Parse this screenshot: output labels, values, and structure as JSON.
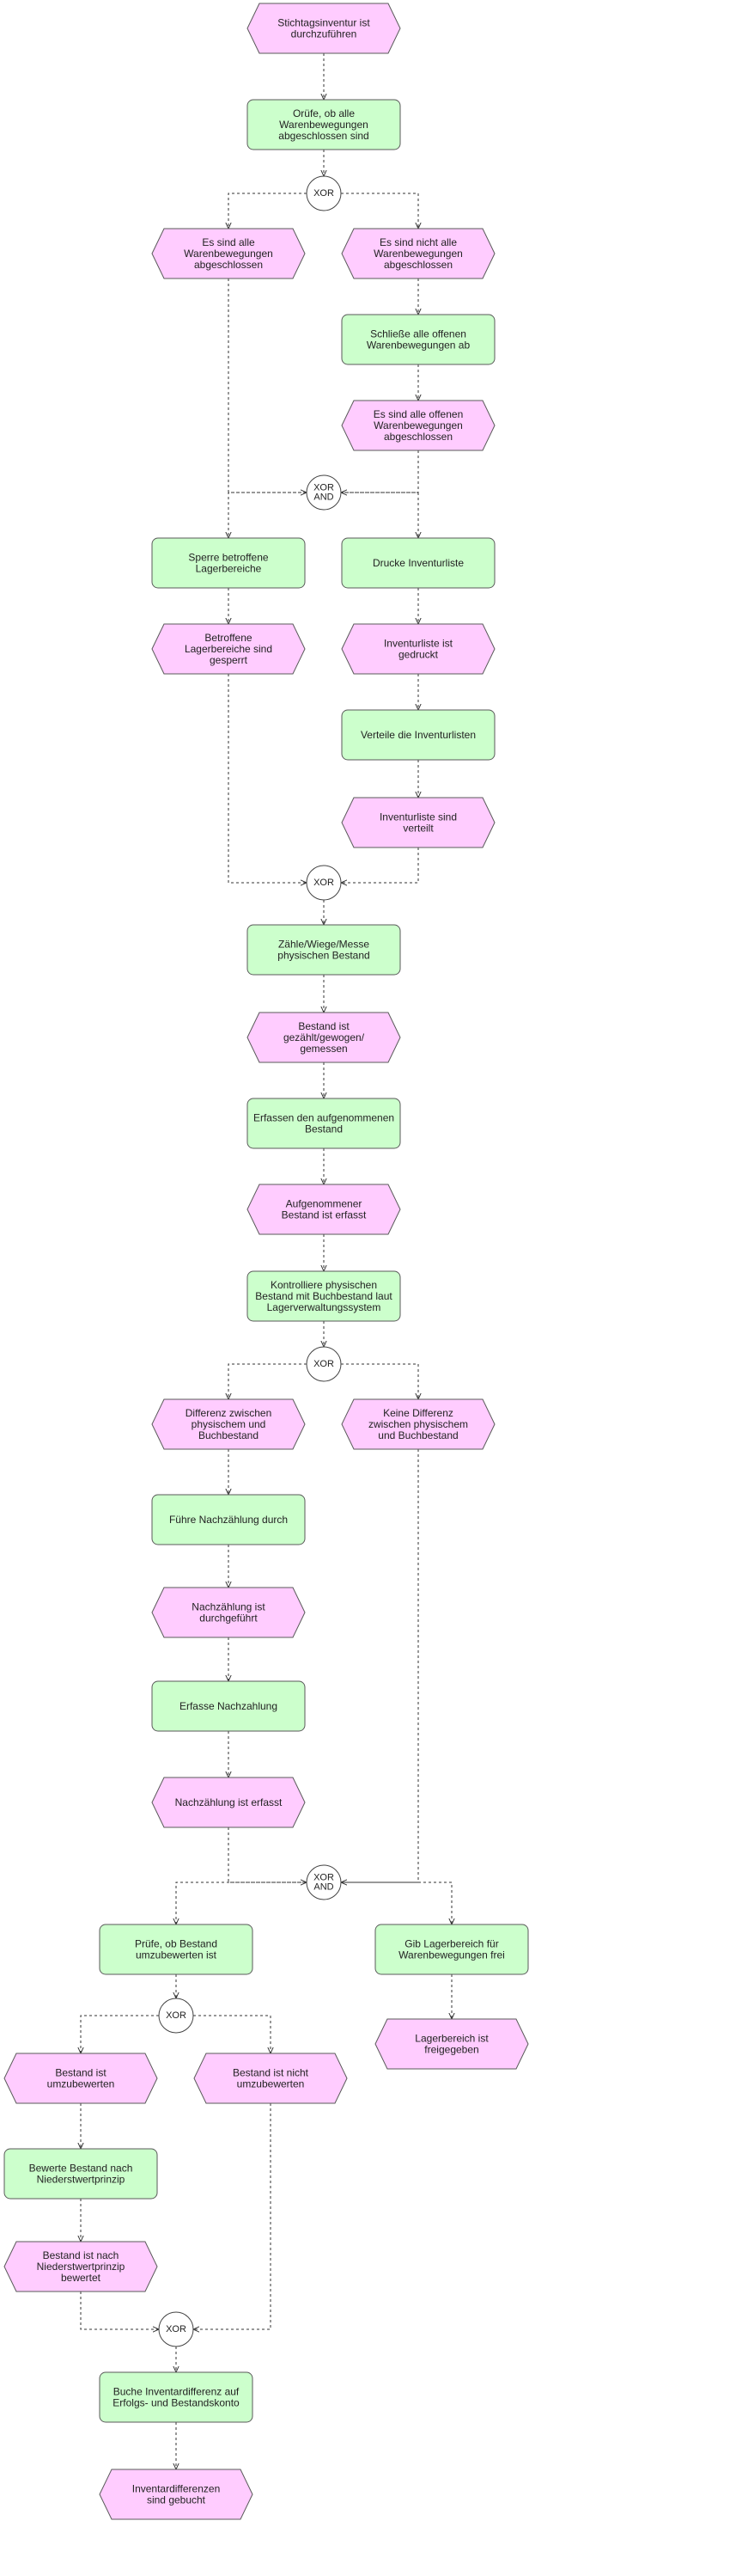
{
  "colors": {
    "event_fill": "#ffccff",
    "function_fill": "#ccffcc",
    "connector_fill": "#ffffff",
    "stroke": "#5a5a5a"
  },
  "events": {
    "e01": [
      "Stichtagsinventur ist",
      "durchzuführen"
    ],
    "e02": [
      "Es sind alle",
      "Warenbewegungen",
      "abgeschlossen"
    ],
    "e03": [
      "Es sind nicht alle",
      "Warenbewegungen",
      "abgeschlossen"
    ],
    "e04": [
      "Es sind alle offenen",
      "Warenbewegungen",
      "abgeschlossen"
    ],
    "e05": [
      "Betroffene",
      "Lagerbereiche sind",
      "gesperrt"
    ],
    "e06": [
      "Inventurliste ist",
      "gedruckt"
    ],
    "e07": [
      "Inventurliste sind",
      "verteilt"
    ],
    "e08": [
      "Bestand ist",
      "gezählt/gewogen/",
      "gemessen"
    ],
    "e09": [
      "Aufgenommener",
      "Bestand ist erfasst"
    ],
    "e10": [
      "Differenz zwischen",
      "physischem und",
      "Buchbestand"
    ],
    "e11": [
      "Keine Differenz",
      "zwischen physischem",
      "und Buchbestand"
    ],
    "e12": [
      "Nachzählung ist",
      "durchgeführt"
    ],
    "e13": [
      "Nachzählung ist erfasst"
    ],
    "e14": [
      "Lagerbereich ist",
      "freigegeben"
    ],
    "e15": [
      "Bestand ist",
      "umzubewerten"
    ],
    "e16": [
      "Bestand ist nicht",
      "umzubewerten"
    ],
    "e17": [
      "Bestand ist nach",
      "Niederstwertprinzip",
      "bewertet"
    ],
    "e18": [
      "Inventardifferenzen",
      "sind gebucht"
    ]
  },
  "functions": {
    "f01": [
      "Orüfe, ob alle",
      "Warenbewegungen",
      "abgeschlossen sind"
    ],
    "f02": [
      "Schließe alle offenen",
      "Warenbewegungen ab"
    ],
    "f03": [
      "Sperre betroffene",
      "Lagerbereiche"
    ],
    "f04": [
      "Drucke Inventurliste"
    ],
    "f05": [
      "Verteile die Inventurlisten"
    ],
    "f06": [
      "Zähle/Wiege/Messe",
      "physischen Bestand"
    ],
    "f07": [
      "Erfassen den aufgenommenen",
      "Bestand"
    ],
    "f08": [
      "Kontrolliere physischen",
      "Bestand mit Buchbestand laut",
      "Lagerverwaltungssystem"
    ],
    "f09": [
      "Führe Nachzählung durch"
    ],
    "f10": [
      "Erfasse Nachzahlung"
    ],
    "f11": [
      "Prüfe, ob Bestand",
      "umzubewerten ist"
    ],
    "f12": [
      "Gib Lagerbereich für",
      "Warenbewegungen frei"
    ],
    "f13": [
      "Bewerte Bestand nach",
      "Niederstwertprinzip"
    ],
    "f14": [
      "Buche Inventardifferenz auf",
      "Erfolgs- und Bestandskonto"
    ]
  },
  "connectors": {
    "c01": [
      "XOR"
    ],
    "c02": [
      "XOR",
      "AND"
    ],
    "c03": [
      "XOR"
    ],
    "c04": [
      "XOR"
    ],
    "c05": [
      "XOR",
      "AND"
    ],
    "c06": [
      "XOR"
    ],
    "c07": [
      "XOR"
    ]
  }
}
